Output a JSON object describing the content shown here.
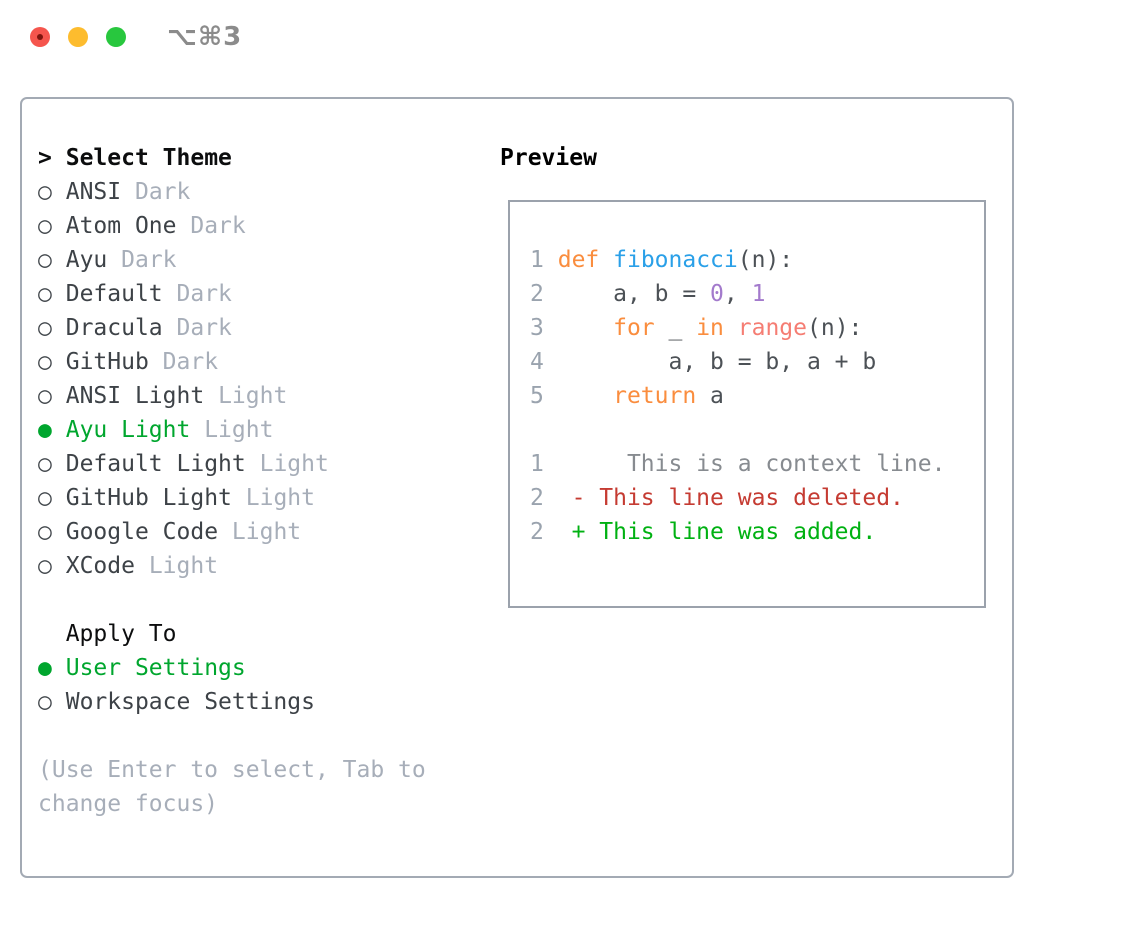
{
  "window": {
    "title": "⌥⌘3"
  },
  "traffic_lights": {
    "close_color": "#f5554d",
    "close_dot_color": "#7d150e",
    "minimize_color": "#fdbc2e",
    "maximize_color": "#28c73e"
  },
  "ui_colors": {
    "header_text": "#0c0d0e",
    "item_text": "#3d4247",
    "marker": "#44494e",
    "variant_suffix": "#a7aeb9",
    "help_text": "#a7aeb9",
    "selected_green": "#00a62e"
  },
  "sidebar": {
    "header": {
      "marker": ">",
      "label": "Select Theme"
    },
    "themes": [
      {
        "name": "ANSI",
        "variant": "Dark",
        "selected": false
      },
      {
        "name": "Atom One",
        "variant": "Dark",
        "selected": false
      },
      {
        "name": "Ayu",
        "variant": "Dark",
        "selected": false
      },
      {
        "name": "Default",
        "variant": "Dark",
        "selected": false
      },
      {
        "name": "Dracula",
        "variant": "Dark",
        "selected": false
      },
      {
        "name": "GitHub",
        "variant": "Dark",
        "selected": false
      },
      {
        "name": "ANSI Light",
        "variant": "Light",
        "selected": false
      },
      {
        "name": "Ayu Light",
        "variant": "Light",
        "selected": true
      },
      {
        "name": "Default Light",
        "variant": "Light",
        "selected": false
      },
      {
        "name": "GitHub Light",
        "variant": "Light",
        "selected": false
      },
      {
        "name": "Google Code",
        "variant": "Light",
        "selected": false
      },
      {
        "name": "XCode",
        "variant": "Light",
        "selected": false
      }
    ],
    "radio_unselected_icon": "○",
    "radio_selected_icon": "●",
    "apply_to": {
      "label": "Apply To",
      "options": [
        {
          "label": "User Settings",
          "selected": true
        },
        {
          "label": "Workspace Settings",
          "selected": false
        }
      ]
    },
    "help_lines": [
      "(Use Enter to select, Tab to",
      "change focus)"
    ]
  },
  "preview": {
    "title": "Preview",
    "syntax_colors": {
      "num": "#9aa3ae",
      "fg": "#4c5156",
      "kw": "#fa8d3e",
      "fn": "#2aa0e8",
      "lit": "#a37acc",
      "builtin": "#f57d73",
      "ctx": "#878b90",
      "del": "#c53b32",
      "add": "#00b112"
    },
    "lines": [
      [
        [
          "1",
          "num"
        ],
        [
          " ",
          "fg"
        ],
        [
          "def",
          "kw"
        ],
        [
          " ",
          "fg"
        ],
        [
          "fibonacci",
          "fn"
        ],
        [
          "(n):",
          "fg"
        ]
      ],
      [
        [
          "2",
          "num"
        ],
        [
          "     a, b = ",
          "fg"
        ],
        [
          "0",
          "lit"
        ],
        [
          ", ",
          "fg"
        ],
        [
          "1",
          "lit"
        ]
      ],
      [
        [
          "3",
          "num"
        ],
        [
          "     ",
          "fg"
        ],
        [
          "for",
          "kw"
        ],
        [
          " _ ",
          "fg"
        ],
        [
          "in",
          "kw"
        ],
        [
          " ",
          "fg"
        ],
        [
          "range",
          "builtin"
        ],
        [
          "(n):",
          "fg"
        ]
      ],
      [
        [
          "4",
          "num"
        ],
        [
          "         a, b = b, a + b",
          "fg"
        ]
      ],
      [
        [
          "5",
          "num"
        ],
        [
          "     ",
          "fg"
        ],
        [
          "return",
          "kw"
        ],
        [
          " a",
          "fg"
        ]
      ],
      [],
      [
        [
          "1",
          "num"
        ],
        [
          "      ",
          "fg"
        ],
        [
          "This is a context line.",
          "ctx"
        ]
      ],
      [
        [
          "2",
          "num"
        ],
        [
          "  ",
          "fg"
        ],
        [
          "- This line was deleted.",
          "del"
        ]
      ],
      [
        [
          "2",
          "num"
        ],
        [
          "  ",
          "fg"
        ],
        [
          "+ This line was added.",
          "add"
        ]
      ]
    ]
  }
}
